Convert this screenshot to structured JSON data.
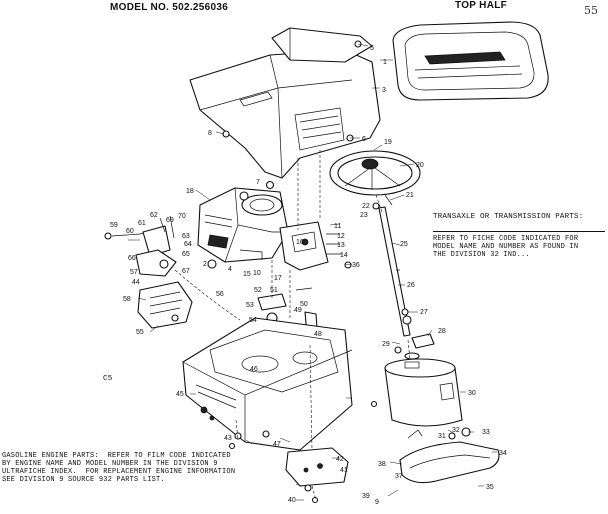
{
  "header": {
    "model": "MODEL NO. 502.256036",
    "section": "TOP HALF",
    "page_mark": "55"
  },
  "notes": {
    "transaxle_title": "TRANSAXLE OR TRANSMISSION PARTS:",
    "transaxle_body": "REFER TO FICHE CODE INDICATED FOR\nMODEL NAME AND NUMBER AS FOUND IN\nTHE DIVISION 32 IND...",
    "engine_body": "GASOLINE ENGINE PARTS:  REFER TO FILM CODE INDICATED\nBY ENGINE NAME AND MODEL NUMBER IN THE DIVISION 9\nULTRAFICHE INDEX.  FOR REPLACEMENT ENGINE INFORMATION\nSEE DIVISION 9 SOURCE 932 PARTS LIST.",
    "ref_code": "C5"
  },
  "callouts": [
    {
      "id": "c1",
      "label": "1"
    },
    {
      "id": "c2",
      "label": "2"
    },
    {
      "id": "c3",
      "label": "3"
    },
    {
      "id": "c4",
      "label": "4"
    },
    {
      "id": "c5",
      "label": "5"
    },
    {
      "id": "c6",
      "label": "6"
    },
    {
      "id": "c7",
      "label": "7"
    },
    {
      "id": "c8",
      "label": "8"
    },
    {
      "id": "c9",
      "label": "9"
    },
    {
      "id": "c10",
      "label": "10"
    },
    {
      "id": "c11",
      "label": "11"
    },
    {
      "id": "c12",
      "label": "12"
    },
    {
      "id": "c13",
      "label": "13"
    },
    {
      "id": "c14",
      "label": "14"
    },
    {
      "id": "c15",
      "label": "15"
    },
    {
      "id": "c16",
      "label": "16"
    },
    {
      "id": "c17",
      "label": "17"
    },
    {
      "id": "c18",
      "label": "18"
    },
    {
      "id": "c19",
      "label": "19"
    },
    {
      "id": "c20",
      "label": "20"
    },
    {
      "id": "c21",
      "label": "21"
    },
    {
      "id": "c22",
      "label": "22"
    },
    {
      "id": "c23",
      "label": "23"
    },
    {
      "id": "c25",
      "label": "25"
    },
    {
      "id": "c26",
      "label": "26"
    },
    {
      "id": "c27",
      "label": "27"
    },
    {
      "id": "c28",
      "label": "28"
    },
    {
      "id": "c29",
      "label": "29"
    },
    {
      "id": "c30",
      "label": "30"
    },
    {
      "id": "c31",
      "label": "31"
    },
    {
      "id": "c32",
      "label": "32"
    },
    {
      "id": "c33",
      "label": "33"
    },
    {
      "id": "c34",
      "label": "34"
    },
    {
      "id": "c35",
      "label": "35"
    },
    {
      "id": "c36",
      "label": "36"
    },
    {
      "id": "c37",
      "label": "37"
    },
    {
      "id": "c38",
      "label": "38"
    },
    {
      "id": "c39",
      "label": "39"
    },
    {
      "id": "c40",
      "label": "40"
    },
    {
      "id": "c41",
      "label": "41"
    },
    {
      "id": "c42",
      "label": "42"
    },
    {
      "id": "c43",
      "label": "43"
    },
    {
      "id": "c44",
      "label": "44"
    },
    {
      "id": "c45",
      "label": "45"
    },
    {
      "id": "c46",
      "label": "46"
    },
    {
      "id": "c47",
      "label": "47"
    },
    {
      "id": "c48",
      "label": "48"
    },
    {
      "id": "c49",
      "label": "49"
    },
    {
      "id": "c50",
      "label": "50"
    },
    {
      "id": "c51",
      "label": "51"
    },
    {
      "id": "c52",
      "label": "52"
    },
    {
      "id": "c53",
      "label": "53"
    },
    {
      "id": "c54",
      "label": "54"
    },
    {
      "id": "c55",
      "label": "55"
    },
    {
      "id": "c56",
      "label": "56"
    },
    {
      "id": "c57",
      "label": "57"
    },
    {
      "id": "c58",
      "label": "58"
    },
    {
      "id": "c59",
      "label": "59"
    },
    {
      "id": "c60",
      "label": "60"
    },
    {
      "id": "c61",
      "label": "61"
    },
    {
      "id": "c62",
      "label": "62"
    },
    {
      "id": "c63",
      "label": "63"
    },
    {
      "id": "c64",
      "label": "64"
    },
    {
      "id": "c65",
      "label": "65"
    },
    {
      "id": "c66",
      "label": "66"
    },
    {
      "id": "c67",
      "label": "67"
    },
    {
      "id": "c69",
      "label": "69"
    },
    {
      "id": "c70",
      "label": "70"
    }
  ]
}
